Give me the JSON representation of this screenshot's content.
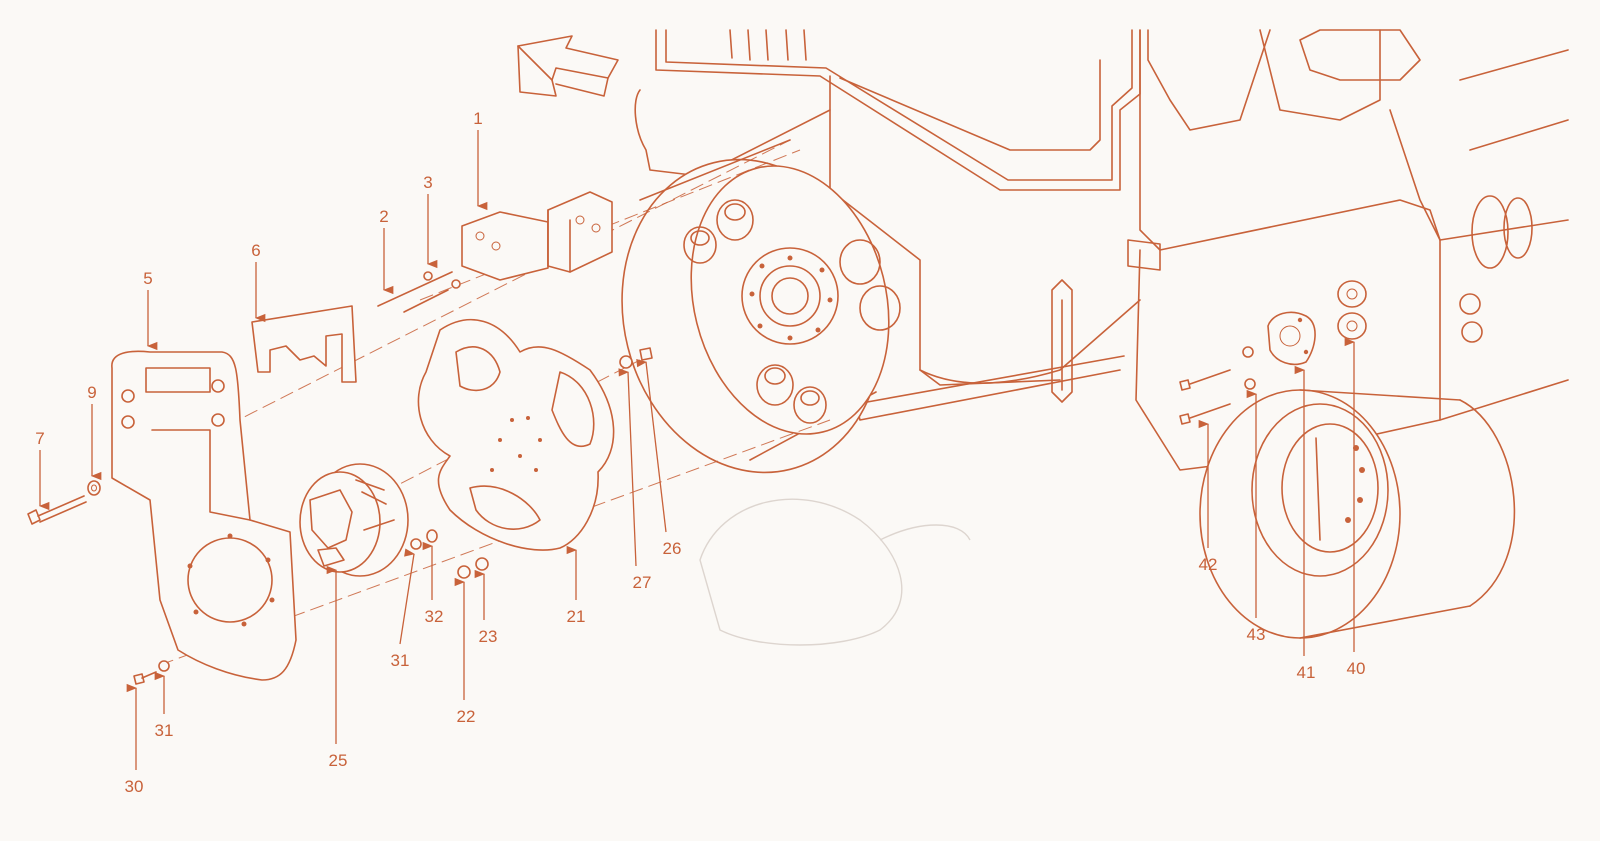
{
  "diagram": {
    "line_color": "#c8623a",
    "background": "#fbf9f6",
    "callouts": [
      "1",
      "2",
      "3",
      "5",
      "6",
      "7",
      "9",
      "21",
      "22",
      "23",
      "25",
      "26",
      "27",
      "30",
      "31",
      "31",
      "32",
      "40",
      "41",
      "42",
      "43"
    ]
  }
}
